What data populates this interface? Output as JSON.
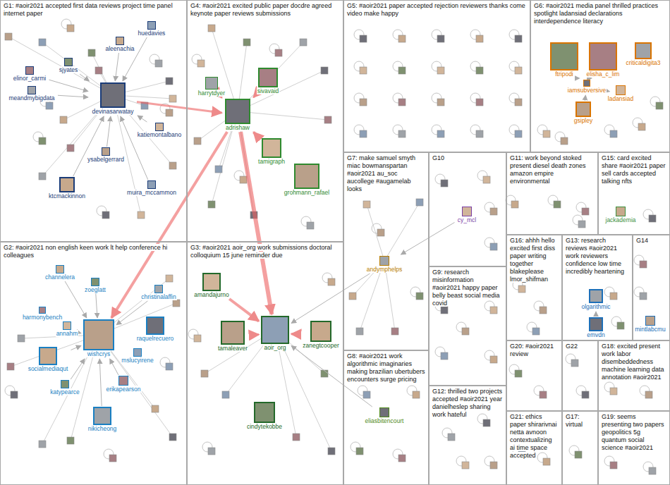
{
  "diagram": {
    "nodes": [
      {
        "text": [
          "G1: #aoir2021 accepted first data reviews project time panel internet paper"
        ]
      },
      {
        "text": [
          "huedavies"
        ],
        "in": 0
      },
      {
        "text": [
          "aleenachia"
        ],
        "in": 0
      },
      {
        "text": [
          "sjyates"
        ],
        "in": 0
      },
      {
        "text": [
          "elinor_carmi"
        ],
        "in": 0
      },
      {
        "text": [
          "meandmybigdata"
        ],
        "in": 0
      },
      {
        "text": [
          "devinasarwatay"
        ],
        "in": 0
      },
      {
        "text": [
          "katiemontalbano"
        ],
        "in": 0
      },
      {
        "text": [
          "ysabelgerrard"
        ],
        "in": 0
      },
      {
        "text": [
          "muira_mccammon"
        ],
        "in": 0
      },
      {
        "text": [
          "ktcmackinnon"
        ],
        "in": 0
      },
      {
        "text": [
          "G4: #aoir2021 excited public paper docdre agreed keynote paper reviews submissions"
        ]
      },
      {
        "text": [
          "sivavaid"
        ],
        "in": 11
      },
      {
        "text": [
          "harrytdyer"
        ],
        "in": 11
      },
      {
        "text": [
          "adrishaw"
        ],
        "in": 11
      },
      {
        "text": [
          "tamigraph"
        ],
        "in": 11
      },
      {
        "text": [
          "grohmann_rafael"
        ],
        "in": 11
      },
      {
        "text": [
          "G5: #aoir2021 paper accepted rejection reviewers thanks come video make happy"
        ]
      },
      {
        "text": [
          "G6: #aoir2021 media panel thrilled practices spotlight ladansiad declarations interdependence literacy"
        ]
      },
      {
        "text": [
          "ftripodi"
        ],
        "in": 18
      },
      {
        "text": [
          "elisha_c_lim"
        ],
        "in": 18
      },
      {
        "text": [
          "criticaldigita3"
        ],
        "in": 18
      },
      {
        "text": [
          "iamsubversive"
        ],
        "in": 18
      },
      {
        "text": [
          "ladansiad"
        ],
        "in": 18
      },
      {
        "text": [
          "gsipley"
        ],
        "in": 18
      },
      {
        "text": [
          "G2: #aoir2021 non english keen work lt help conference hi colleagues"
        ]
      },
      {
        "text": [
          "channelera"
        ],
        "in": 25
      },
      {
        "text": [
          "zoeglatt"
        ],
        "in": 25
      },
      {
        "text": [
          "harmonybench"
        ],
        "in": 25
      },
      {
        "text": [
          "christinalaffin"
        ],
        "in": 25
      },
      {
        "text": [
          "raquelrecuero"
        ],
        "in": 25
      },
      {
        "text": [
          "annahm"
        ],
        "in": 25
      },
      {
        "text": [
          "wishcrys"
        ],
        "in": 25
      },
      {
        "text": [
          "mslucyirene"
        ],
        "in": 25
      },
      {
        "text": [
          "socialmediaqut"
        ],
        "in": 25
      },
      {
        "text": [
          "katypearce"
        ],
        "in": 25
      },
      {
        "text": [
          "erikapearson"
        ],
        "in": 25
      },
      {
        "text": [
          "nikicheong"
        ],
        "in": 25
      },
      {
        "text": [
          "G3: #aoir2021 aoir_org work submissions doctoral colloquium 15 june reminder due"
        ]
      },
      {
        "text": [
          "amandajurno"
        ],
        "in": 38
      },
      {
        "text": [
          "tamaleaver"
        ],
        "in": 38
      },
      {
        "text": [
          "aoir_org"
        ],
        "in": 38
      },
      {
        "text": [
          "zanegtcooper"
        ],
        "in": 38
      },
      {
        "text": [
          "cindytekobbe"
        ],
        "in": 38
      },
      {
        "text": [
          "G7: make samuel smyth miac bowmanspartan #aoir2021 au_soc aucollege #augamelab looks"
        ]
      },
      {
        "text": [
          "andymphelps"
        ],
        "in": 44
      },
      {
        "text": [
          "G10"
        ]
      },
      {
        "text": [
          "cy_mcl"
        ],
        "in": 46
      },
      {
        "text": [
          "G11: work beyond stoked present diesel death zones amazon empire environmental"
        ]
      },
      {
        "text": [
          "G15: card excited share #aoir2021 paper sell cards accepted talking nfts"
        ]
      },
      {
        "text": [
          "jackademia"
        ],
        "in": 49
      },
      {
        "text": [
          "G16: ahhh hello excited first diss paper writing together blakeplease lmor_shifman"
        ]
      },
      {
        "text": [
          "G13: research reviews #aoir2021 work reviewers confidence low time incredibly heartening"
        ]
      },
      {
        "text": [
          "olgarithmic"
        ],
        "in": 52
      },
      {
        "text": [
          "emvdn"
        ],
        "in": 52
      },
      {
        "text": [
          "G14"
        ]
      },
      {
        "text": [
          "mintlabcmu"
        ],
        "in": 55
      },
      {
        "text": [
          "G9: research misinformation #aoir2021 happy paper belly beast social media covid"
        ]
      },
      {
        "text": [
          "G20: #aoir2021 review"
        ]
      },
      {
        "text": [
          "G22"
        ]
      },
      {
        "text": [
          "G18: excited present work labor disembeddedness machine learning data annotation #aoir2021"
        ]
      },
      {
        "text": [
          "G8: #aoir2021 work algorithmic imaginaries making brazilian ubertubers encounters surge pricing"
        ]
      },
      {
        "text": [
          "eliasbitencourt"
        ],
        "in": 61
      },
      {
        "text": [
          "G12: thrilled two projects accepted #aoir2021 year danielheslep sharing work hateful"
        ]
      },
      {
        "text": [
          "G21: ethics paper shirarivnai netta avnoon contextualizing ai time space accepted"
        ]
      },
      {
        "text": [
          "G17: virtual"
        ]
      },
      {
        "text": [
          "G19: seems presenting two papers geopolitics 5g quantum social science #aoir2021"
        ]
      }
    ],
    "edges": [
      {
        "from": 14,
        "to": 41,
        "arrow": "to"
      },
      {
        "from": 39,
        "to": 41,
        "arrow": "to"
      },
      {
        "from": 40,
        "to": 41,
        "arrow": "to"
      },
      {
        "from": 42,
        "to": 41,
        "arrow": "to"
      },
      {
        "from": 14,
        "to": 32,
        "arrow": "to"
      },
      {
        "from": 6,
        "to": 14,
        "arrow": "to"
      },
      {
        "from": 12,
        "to": 14,
        "arrow": "to"
      },
      {
        "from": 13,
        "to": 14,
        "arrow": "to"
      },
      {
        "from": 15,
        "to": 14,
        "arrow": "to"
      },
      {
        "from": 1,
        "to": 6,
        "arrow": "to"
      },
      {
        "from": 2,
        "to": 6,
        "arrow": "to"
      },
      {
        "from": 3,
        "to": 6,
        "arrow": "to"
      },
      {
        "from": 4,
        "to": 6,
        "arrow": "to"
      },
      {
        "from": 5,
        "to": 6,
        "arrow": "to"
      },
      {
        "from": 7,
        "to": 6,
        "arrow": "to"
      },
      {
        "from": 8,
        "to": 6,
        "arrow": "to"
      },
      {
        "from": 9,
        "to": 6,
        "arrow": "to"
      },
      {
        "from": 10,
        "to": 6,
        "arrow": "to"
      },
      {
        "from": 26,
        "to": 32,
        "arrow": "to"
      },
      {
        "from": 27,
        "to": 32,
        "arrow": "to"
      },
      {
        "from": 31,
        "to": 32,
        "arrow": "to"
      },
      {
        "from": 34,
        "to": 32,
        "arrow": "to"
      },
      {
        "from": 35,
        "to": 32,
        "arrow": "to"
      },
      {
        "from": 36,
        "to": 32,
        "arrow": "to"
      },
      {
        "from": 37,
        "to": 32,
        "arrow": "to"
      },
      {
        "from": 29,
        "to": 32,
        "arrow": "to"
      },
      {
        "from": 19,
        "to": 22,
        "arrow": "to"
      },
      {
        "from": 20,
        "to": 22,
        "arrow": "to"
      },
      {
        "from": 23,
        "to": 22,
        "arrow": "to"
      },
      {
        "from": 24,
        "to": 22,
        "arrow": "to"
      },
      {
        "from": 45,
        "to": 41,
        "arrow": "to"
      },
      {
        "from": 62,
        "to": 41,
        "arrow": "to"
      },
      {
        "from": 47,
        "to": 45,
        "arrow": "to"
      },
      {
        "from": 54,
        "to": 53,
        "arrow": "to"
      }
    ]
  }
}
